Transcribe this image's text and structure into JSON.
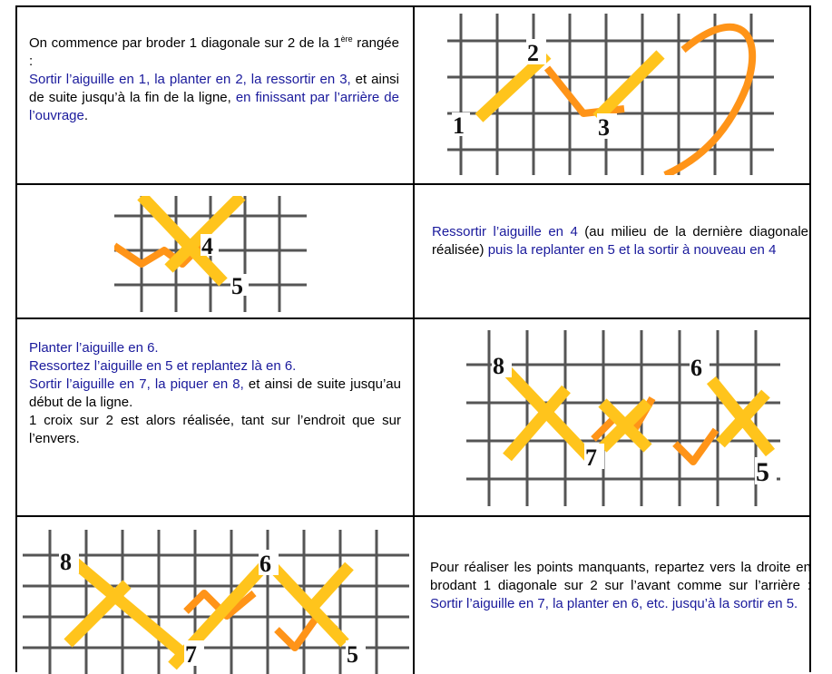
{
  "rows": [
    {
      "text": [
        {
          "t": "On commence par broder 1 diagonale sur 2 de la 1",
          "c": "black"
        },
        {
          "t": "ère",
          "c": "sup"
        },
        {
          "t": " rangée :",
          "c": "black"
        },
        {
          "t": "Sortir l’aiguille en 1, la planter en 2, la ressortir en 3,",
          "c": "blue"
        },
        {
          "t": " et ainsi de suite jusqu’à la fin de la ligne, ",
          "c": "black"
        },
        {
          "t": "en finissant par l’arrière de l’ouvrage",
          "c": "blue"
        },
        {
          "t": ".",
          "c": "black"
        }
      ],
      "labels": [
        "1",
        "2",
        "3"
      ]
    },
    {
      "text": [
        {
          "t": "Ressortir l’aiguille en 4",
          "c": "blue"
        },
        {
          "t": " (au milieu de la dernière diagonale réalisée) ",
          "c": "black"
        },
        {
          "t": "puis la replanter en 5 et la sortir à nouveau en 4",
          "c": "blue"
        }
      ],
      "labels": [
        "4",
        "5"
      ]
    },
    {
      "text": [
        {
          "t": "Planter l’aiguille en 6.",
          "c": "blue"
        },
        {
          "t": "Ressortez l’aiguille en 5 et replantez là en 6.",
          "c": "blue"
        },
        {
          "t": "Sortir l’aiguille en 7, la piquer en 8,",
          "c": "blue"
        },
        {
          "t": " et ainsi de suite jusqu’au début de la ligne.",
          "c": "black"
        },
        {
          "t": "1 croix sur 2 est alors réalisée, tant sur l’endroit que sur l’envers.",
          "c": "black"
        }
      ],
      "labels": [
        "8",
        "6",
        "7",
        "5"
      ]
    },
    {
      "text": [
        {
          "t": "Pour réaliser les points manquants, repartez vers la droite en brodant 1 diagonale sur 2 sur l’avant comme sur l’arrière : ",
          "c": "black"
        },
        {
          "t": "Sortir l’aiguille en 7, la planter en 6, etc. jusqu’à la sortir en 5.",
          "c": "blue"
        }
      ],
      "labels": [
        "8",
        "6",
        "7",
        "5"
      ]
    }
  ]
}
